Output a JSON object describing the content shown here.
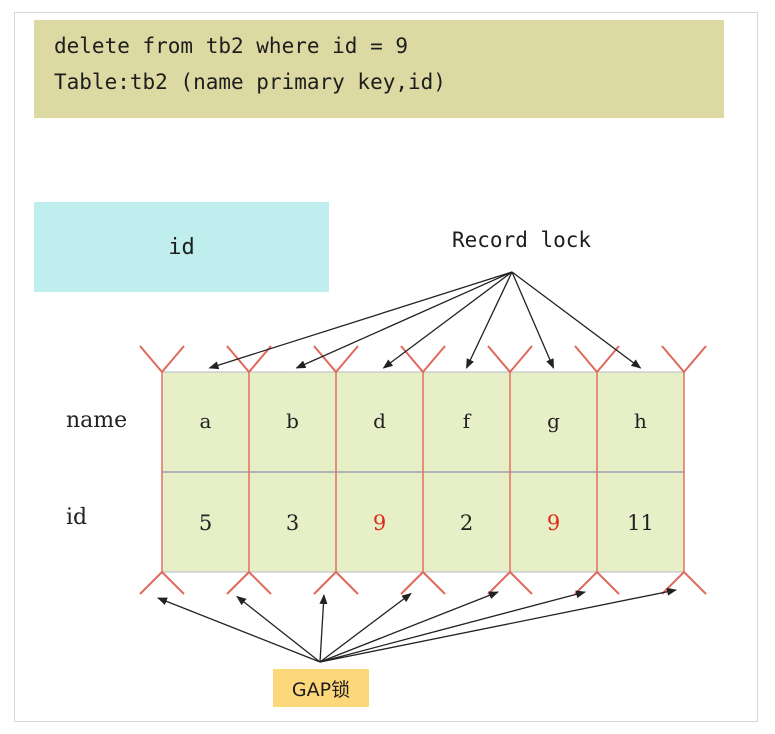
{
  "sql": {
    "line1": "delete from tb2 where id = 9",
    "line2": "Table:tb2 (name primary key,id)"
  },
  "index_label": "id",
  "record_lock_label": "Record lock",
  "gap_lock_label": "GAP锁",
  "row_labels": {
    "name": "name",
    "id": "id"
  },
  "records": [
    {
      "name": "a",
      "id": "5",
      "id_highlight": false
    },
    {
      "name": "b",
      "id": "3",
      "id_highlight": false
    },
    {
      "name": "d",
      "id": "9",
      "id_highlight": true
    },
    {
      "name": "f",
      "id": "2",
      "id_highlight": false
    },
    {
      "name": "g",
      "id": "9",
      "id_highlight": true
    },
    {
      "name": "h",
      "id": "11",
      "id_highlight": false
    }
  ],
  "colors": {
    "sql_box": "#dcd9a3",
    "index_box": "#c0eeee",
    "cells": "#e6efc5",
    "gap_label": "#fdd77a",
    "lock_marks": "#e0685a",
    "highlight_text": "#e02a1a"
  }
}
